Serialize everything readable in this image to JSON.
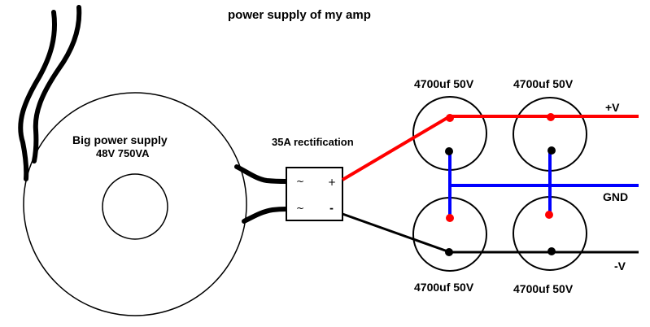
{
  "title": "power supply of my amp",
  "transformer": {
    "line1": "Big power supply",
    "line2": "48V 750VA"
  },
  "rectifier": {
    "label": "35A rectification",
    "ac_symbol": "~",
    "plus_symbol": "+",
    "minus_symbol": "-"
  },
  "capacitors": {
    "top_left": "4700uf 50V",
    "top_right": "4700uf 50V",
    "bottom_left": "4700uf 50V",
    "bottom_right": "4700uf 50V"
  },
  "rails": {
    "positive": "+V",
    "ground": "GND",
    "negative": "-V"
  },
  "colors": {
    "positive_wire": "#ff0000",
    "ground_wire": "#0000ff",
    "negative_wire": "#000000"
  }
}
